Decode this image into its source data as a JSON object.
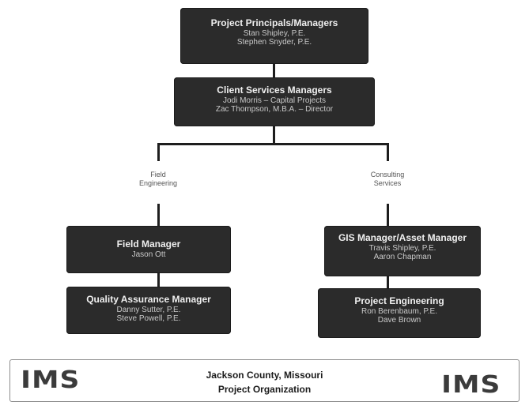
{
  "org_chart": {
    "principals": {
      "title": "Project Principals/Managers",
      "lines": [
        "Stan Shipley, P.E.",
        "Stephen Snyder, P.E."
      ]
    },
    "client_services": {
      "title": "Client Services Managers",
      "lines": [
        "Jodi Morris – Capital Projects",
        "Zac Thompson, M.B.A. – Director"
      ]
    },
    "branches": {
      "left": "Field\nEngineering",
      "right": "Consulting\nServices"
    },
    "field_manager": {
      "title": "Field Manager",
      "lines": [
        "Jason Ott"
      ]
    },
    "quality_assurance": {
      "title": "Quality Assurance Manager",
      "lines": [
        "Danny Sutter, P.E.",
        "Steve Powell, P.E."
      ]
    },
    "gis_asset": {
      "title": "GIS Manager/Asset Manager",
      "lines": [
        "Travis Shipley, P.E.",
        "Aaron Chapman"
      ]
    },
    "project_engineering": {
      "title": "Project Engineering",
      "lines": [
        "Ron Berenbaum, P.E.",
        "Dave Brown"
      ]
    }
  },
  "footer": {
    "logo_left": "IMS",
    "logo_right": "IMS",
    "title_line1": "Jackson County, Missouri",
    "title_line2": "Project Organization"
  }
}
